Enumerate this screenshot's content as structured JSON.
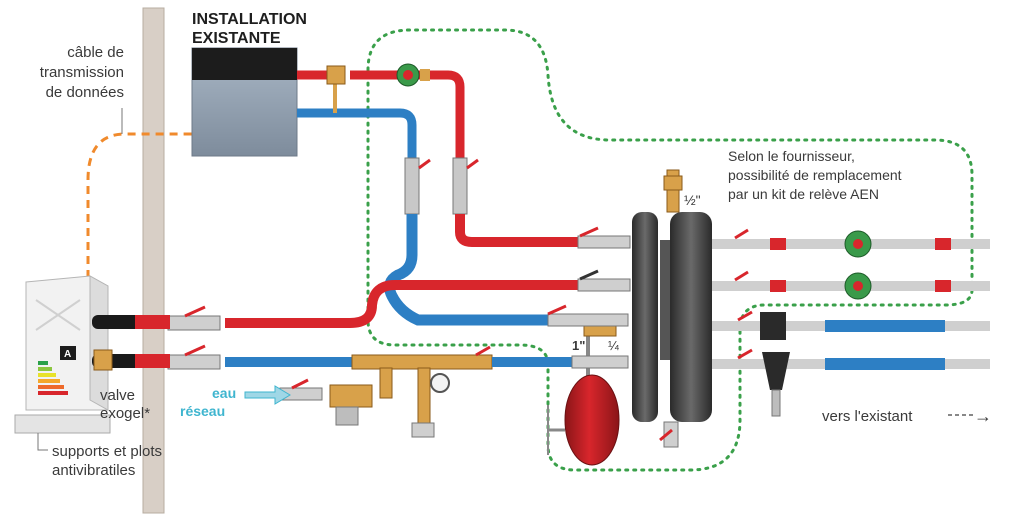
{
  "labels": {
    "installation_line1": "INSTALLATION",
    "installation_line2": "EXISTANTE",
    "cable_line1": "câble de",
    "cable_line2": "transmission",
    "cable_line3": "de données",
    "supplier_line1": "Selon le fournisseur,",
    "supplier_line2": "possibilité de remplacement",
    "supplier_line3": "par un kit de relève AEN",
    "half_inch": "½\"",
    "one_inch": "1\"",
    "quarter": "¼",
    "valve_line1": "valve",
    "valve_line2": "exogel*",
    "eau_line1": "eau",
    "eau_line2": "réseau",
    "vers_existant": "vers l'existant",
    "arrow": "→",
    "supports_line1": "supports et plots",
    "supports_line2": "antivibratiles",
    "energy_class": "A"
  },
  "colors": {
    "hot_pipe": "#d8262c",
    "cold_pipe": "#2d7fc4",
    "brass": "#d8a14a",
    "pump_green": "#3a9a4a",
    "dotted_boundary": "#3aa04a",
    "data_cable": "#f08a2c",
    "wall": "#d8cfc6",
    "eau_text": "#3fb5cf",
    "vessel_red": "#c9262a",
    "collector_dark": "#3a3a3a"
  }
}
